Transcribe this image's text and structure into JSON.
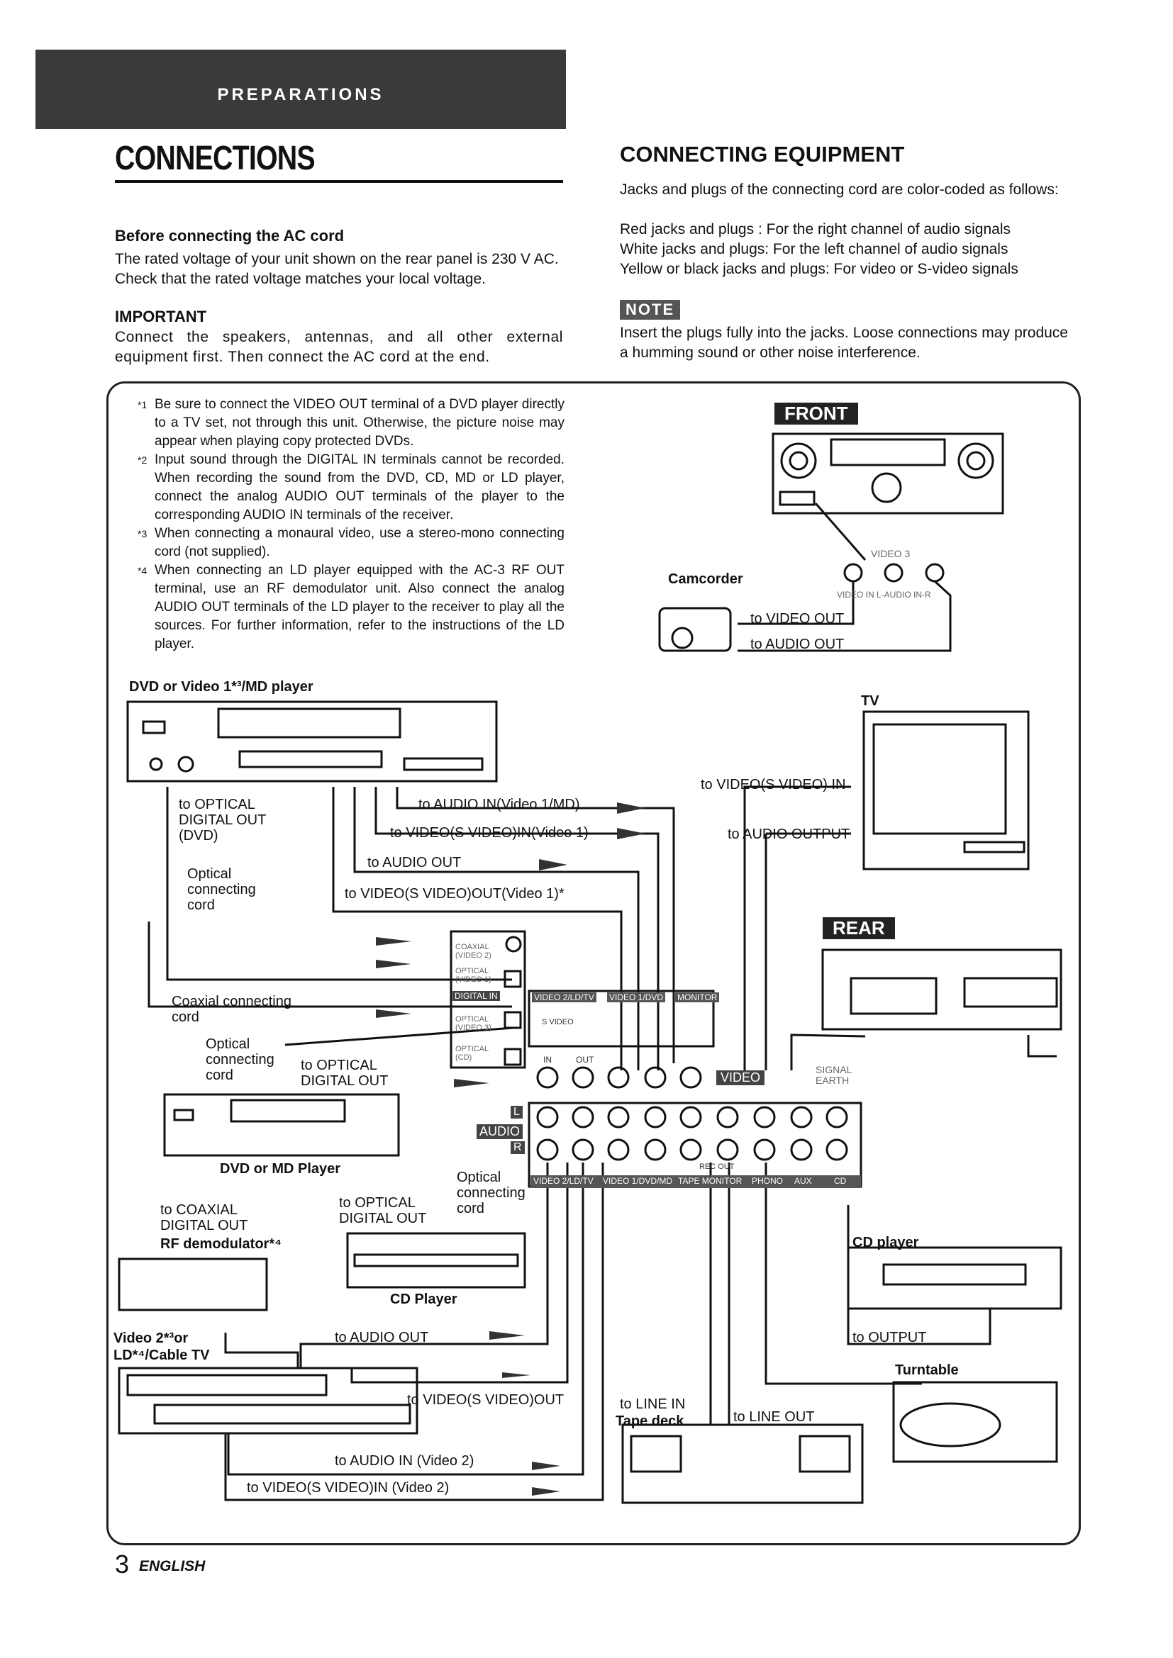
{
  "header": {
    "section": "PREPARATIONS"
  },
  "left": {
    "title": "CONNECTIONS",
    "ac_heading": "Before connecting the AC cord",
    "ac_text": "The rated voltage of your unit shown on the rear panel is 230 V AC. Check that the rated voltage matches your local voltage.",
    "important_heading": "IMPORTANT",
    "important_text": "Connect the speakers, antennas, and all other external equipment first. Then connect the AC cord at the end."
  },
  "right": {
    "title": "CONNECTING EQUIPMENT",
    "intro": "Jacks and plugs of the connecting cord are color-coded as follows:",
    "color_lines": [
      "Red jacks and plugs : For the right channel of audio signals",
      "White jacks and plugs: For the left channel of audio signals",
      "Yellow or black jacks and plugs: For video or S-video signals"
    ],
    "note_label": "NOTE",
    "note_text": "Insert the plugs fully into the jacks. Loose connections may produce a humming sound or other noise interference."
  },
  "footnotes": [
    {
      "mark": "*1",
      "text": "Be sure to connect the VIDEO OUT terminal of a DVD player directly to a TV set, not through this unit. Otherwise, the picture noise may appear when playing copy protected DVDs."
    },
    {
      "mark": "*2",
      "text": "Input sound through the DIGITAL IN terminals cannot be recorded. When recording the sound from the DVD, CD, MD or LD player, connect the analog AUDIO OUT terminals of the player to the corresponding AUDIO IN terminals of the receiver."
    },
    {
      "mark": "*3",
      "text": "When connecting a monaural video, use a stereo-mono connecting cord (not supplied)."
    },
    {
      "mark": "*4",
      "text": "When connecting an LD player equipped with the AC-3 RF OUT terminal, use an RF demodulator unit. Also connect the analog AUDIO OUT terminals of the LD player to the receiver to play all the sources. For further information, refer to the instructions of the LD player."
    }
  ],
  "diagram": {
    "front_tag": "FRONT",
    "rear_tag": "REAR",
    "video3": "VIDEO 3",
    "video3_jacks": "VIDEO IN  L-AUDIO IN-R",
    "camcorder": "Camcorder",
    "to_video_out": "to VIDEO OUT",
    "to_audio_out": "to AUDIO OUT",
    "dvd_player": "DVD or Video 1*³/MD player",
    "tv": "TV",
    "to_video_s_video_in": "to VIDEO(S VIDEO) IN",
    "to_audio_output": "to AUDIO OUTPUT",
    "to_optical_digital_out_dvd": "to OPTICAL\nDIGITAL OUT\n(DVD)",
    "to_audio_in_video1": "to AUDIO IN(Video 1/MD)",
    "to_video_in_video1": "to VIDEO(S VIDEO)IN(Video 1)",
    "to_audio_out_dvd": "to AUDIO OUT",
    "to_video_out_video1": "to VIDEO(S VIDEO)OUT(Video 1)*",
    "optical_cord_1": "Optical\nconnecting\ncord",
    "coaxial_cord": "Coaxial connecting\ncord",
    "optical_cord_2": "Optical\nconnecting\ncord",
    "to_optical_digital_out_md": "to OPTICAL\nDIGITAL OUT",
    "dvd_md_player": "DVD or MD Player",
    "optical_cord_3": "Optical\nconnecting\ncord",
    "to_coaxial_digital_out": "to COAXIAL\nDIGITAL OUT",
    "rf_demod": "RF demodulator*⁴",
    "to_optical_digital_out_cd": "to OPTICAL\nDIGITAL OUT",
    "cd_player_left": "CD Player",
    "video2_ld": "Video 2*³or\nLD*⁴/Cable TV",
    "to_audio_out_v2": "to AUDIO OUT",
    "to_video_out_v2": "to VIDEO(S VIDEO)OUT",
    "to_audio_in_v2": "to AUDIO IN (Video 2)",
    "to_video_in_v2": "to VIDEO(S VIDEO)IN (Video 2)",
    "to_line_in": "to LINE IN",
    "tape_deck": "Tape deck",
    "to_line_out": "to LINE OUT",
    "cd_player_right": "CD player",
    "to_output": "to OUTPUT",
    "turntable": "Turntable",
    "panel": {
      "coaxial": "COAXIAL\n(VIDEO 2)",
      "opt1": "OPTICAL\n(VIDEO 1)",
      "digital_in": "DIGITAL IN",
      "opt3": "OPTICAL\n(VIDEO 3)",
      "opt_cd": "OPTICAL\n(CD)",
      "video_hdr": [
        "VIDEO 2/LD/TV",
        "VIDEO 1/DVD",
        "MONITOR"
      ],
      "svideo": "S VIDEO",
      "in": "IN",
      "out": "OUT",
      "video_tag": "VIDEO",
      "audio_tag": "AUDIO",
      "signal_earth": "SIGNAL\nEARTH",
      "L": "L",
      "R": "R",
      "bottom_labels": [
        "VIDEO 2/LD/TV",
        "VIDEO 1/DVD/MD",
        "TAPE MONITOR",
        "PHONO",
        "AUX",
        "CD"
      ],
      "rec_out": "REC OUT"
    }
  },
  "footer": {
    "page_number": "3",
    "language": "ENGLISH"
  }
}
